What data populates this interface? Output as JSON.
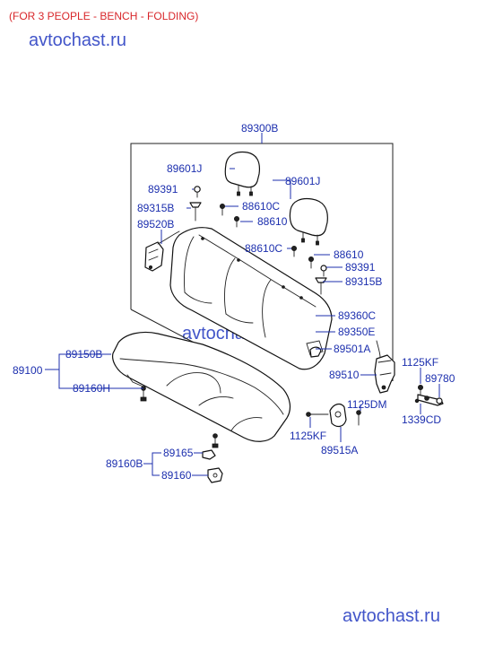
{
  "header": {
    "note": "(FOR 3 PEOPLE - BENCH - FOLDING)"
  },
  "watermarks": {
    "top": "avtochast.ru",
    "middle": "avtochast.ru",
    "bottom": "avtochast.ru"
  },
  "parts": {
    "p89300B": "89300B",
    "p89601J_l": "89601J",
    "p89601J_r": "89601J",
    "p89391_l": "89391",
    "p89391_r": "89391",
    "p89315B_l": "89315B",
    "p89315B_r": "89315B",
    "p88610C_l": "88610C",
    "p88610C_r": "88610C",
    "p88610_l": "88610",
    "p88610_r": "88610",
    "p89520B": "89520B",
    "p89360C": "89360C",
    "p89350E": "89350E",
    "p89501A": "89501A",
    "p89510": "89510",
    "p1125KF_r": "1125KF",
    "p89780": "89780",
    "p1339CD": "1339CD",
    "p1125DM": "1125DM",
    "p1125KF_m": "1125KF",
    "p89515A": "89515A",
    "p89100": "89100",
    "p89150B": "89150B",
    "p89160H": "89160H",
    "p89160B": "89160B",
    "p89165": "89165",
    "p89160": "89160"
  },
  "colors": {
    "label": "#1c2fae",
    "header": "#d8262a",
    "watermark": "#4255c9"
  }
}
